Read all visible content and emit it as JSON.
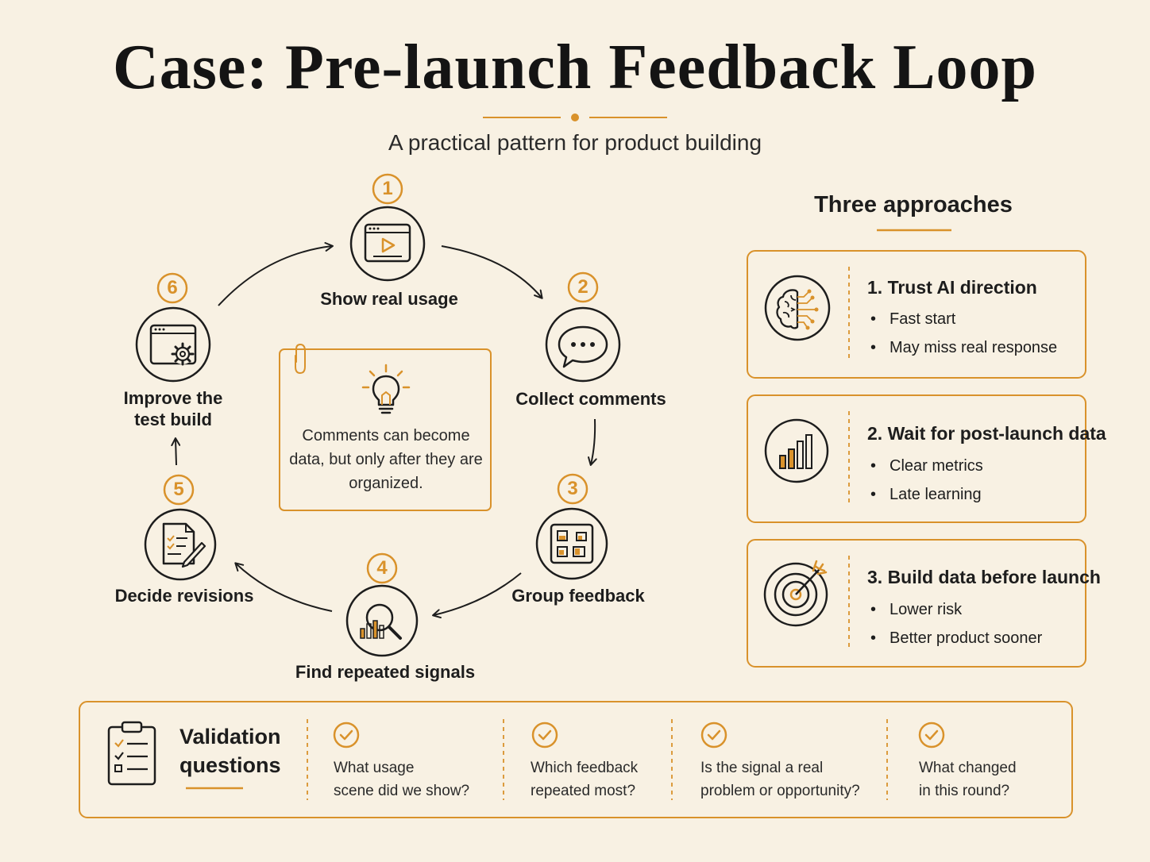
{
  "header": {
    "title": "Case: Pre-launch Feedback Loop",
    "subtitle": "A practical pattern for product building"
  },
  "loop": {
    "steps": [
      {
        "number": "1",
        "label": "Show real usage",
        "icon": "video-window-icon"
      },
      {
        "number": "2",
        "label": "Collect comments",
        "icon": "chat-bubble-icon"
      },
      {
        "number": "3",
        "label": "Group feedback",
        "icon": "grouped-cards-icon"
      },
      {
        "number": "4",
        "label": "Find repeated signals",
        "icon": "magnifier-chart-icon"
      },
      {
        "number": "5",
        "label": "Decide revisions",
        "icon": "document-pencil-icon"
      },
      {
        "number": "6",
        "label_line1": "Improve the",
        "label_line2": "test build",
        "icon": "browser-gear-icon"
      }
    ],
    "note": {
      "text": "Comments can become data, but only after they are organized.",
      "icon": "lightbulb-icon"
    }
  },
  "approaches": {
    "title": "Three approaches",
    "cards": [
      {
        "title": "1. Trust AI direction",
        "bullets": [
          "Fast start",
          "May miss real response"
        ],
        "icon": "ai-brain-icon"
      },
      {
        "title": "2. Wait for post-launch data",
        "bullets": [
          "Clear metrics",
          "Late learning"
        ],
        "icon": "bar-chart-icon"
      },
      {
        "title": "3. Build data before launch",
        "bullets": [
          "Lower risk",
          "Better product sooner"
        ],
        "icon": "target-icon"
      }
    ]
  },
  "validation": {
    "title_line1": "Validation",
    "title_line2": "questions",
    "icon": "clipboard-checklist-icon",
    "questions": [
      {
        "line1": "What usage",
        "line2": "scene did we show?"
      },
      {
        "line1": "Which feedback",
        "line2": "repeated most?"
      },
      {
        "line1": "Is the signal a real",
        "line2": "problem or opportunity?"
      },
      {
        "line1": "What changed",
        "line2": "in this round?"
      }
    ]
  },
  "colors": {
    "background": "#f8f1e3",
    "accent": "#d9922b",
    "ink": "#1d1d1d"
  }
}
